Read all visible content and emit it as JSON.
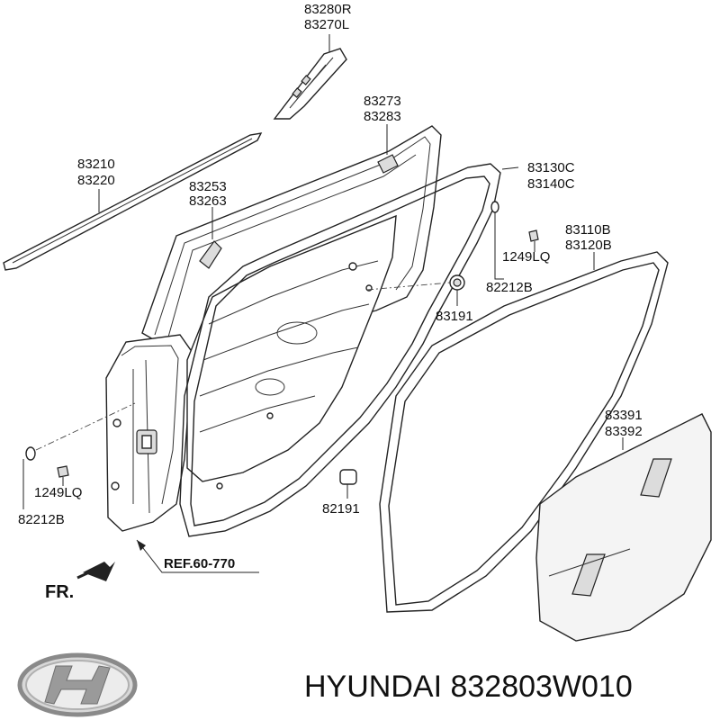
{
  "labels": {
    "p83280": "83280R",
    "p83270": "83270L",
    "p83273": "83273",
    "p83283": "83283",
    "p83210": "83210",
    "p83220": "83220",
    "p83253": "83253",
    "p83263": "83263",
    "p83130": "83130C",
    "p83140": "83140C",
    "p1249_right": "1249LQ",
    "p82212_right": "82212B",
    "p83110": "83110B",
    "p83120": "83120B",
    "p83191": "83191",
    "p83391": "83391",
    "p83392": "83392",
    "p1249_left": "1249LQ",
    "p82212_left": "82212B",
    "p82191": "82191",
    "ref": "REF.60-770",
    "fr": "FR."
  },
  "footer": {
    "brand_text": "HYUNDAI 832803W010"
  },
  "icons": {
    "logo": "hyundai-logo-icon",
    "arrow": "front-arrow-icon"
  }
}
